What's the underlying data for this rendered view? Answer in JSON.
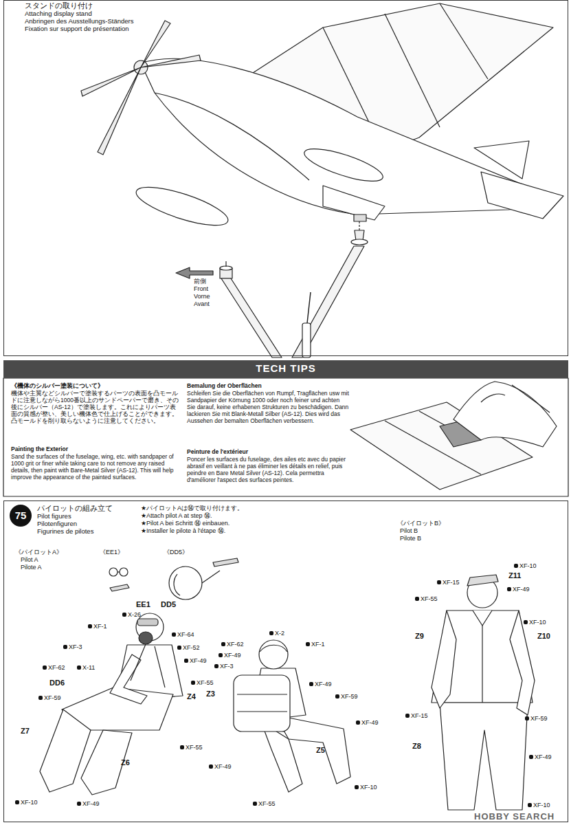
{
  "diagram": {
    "nodes": [
      {
        "text": [
          "スタンドの取り付け",
          "Attaching display stand",
          "Anbringen des Ausstellungs-Ständers",
          "Fixation sur support de présentation"
        ]
      },
      {
        "text": [
          "TECH TIPS"
        ]
      },
      {
        "text": [
          "パイロットの組み立て",
          "Pilot figures",
          "Pilotenfiguren",
          "Figurines de pilotes"
        ]
      },
      {
        "text": [
          "75"
        ],
        "in": 2
      }
    ],
    "labels": [
      "前側",
      "Front",
      "Vorne",
      "Avant",
      "《機体のシルバー塗装について》",
      "機体や主翼などシルバーで塗装するパーツの表面を凸モールドに注意しながら1000番以上のサンドペーパーで磨き、その後にシルバー（AS-12）で塗装します。これによりパーツ表面の質感が整い、美しい機体色で仕上げることができます。凸モールドを削り取らないように注意してください。",
      "Painting the Exterior",
      "Sand the surfaces of the fuselage, wing, etc. with sandpaper of 1000 grit or finer while taking care to not remove any raised details, then paint with Bare-Metal Silver (AS-12). This will help improve the appearance of the painted surfaces.",
      "Bemalung der Oberflächen",
      "Schleifen Sie die Oberflächen von Rumpf, Tragflächen usw mit Sandpapier der Körnung 1000 oder noch feiner und achten Sie darauf, keine erhabenen Strukturen zu beschädigen. Dann lackieren Sie mit Blank-Metall Silber (AS-12). Dies wird das Aussehen der bemalten Oberflächen verbessern.",
      "Peinture de l'extérieur",
      "Poncer les surfaces du fuselage, des ailes etc avec du papier abrasif en veillant à ne pas éliminer les détails en relief, puis peindre en Bare Metal Silver (AS-12). Cela permettra d'améliorer l'aspect des surfaces peintes.",
      "★パイロットAは⑭で取り付けます。",
      "★Attach pilot A at step ⑭.",
      "★Pilot A bei Schritt ⑭ einbauen.",
      "★Installer le pilote à l'étape ⑭.",
      "《パイロットA》",
      "Pilot A",
      "Pilote A",
      "《EE1》",
      "《DD5》",
      "《パイロットB》",
      "Pilot B",
      "Pilote B",
      "EE1",
      "DD5",
      "X-26",
      "XF-1",
      "XF-64",
      "XF-3",
      "XF-52",
      "XF-49",
      "XF-62",
      "X-11",
      "DD6",
      "XF-55",
      "Z4",
      "XF-59",
      "Z7",
      "XF-55",
      "Z6",
      "XF-10",
      "XF-49",
      "X-2",
      "XF-62",
      "XF-1",
      "XF-49",
      "XF-3",
      "XF-49",
      "Z3",
      "XF-59",
      "XF-49",
      "Z5",
      "XF-49",
      "XF-10",
      "XF-55",
      "XF-10",
      "Z11",
      "XF-15",
      "XF-49",
      "XF-55",
      "XF-10",
      "Z9",
      "Z10",
      "XF-15",
      "XF-59",
      "Z8",
      "XF-49",
      "XF-10",
      "HOBBY SEARCH"
    ]
  }
}
